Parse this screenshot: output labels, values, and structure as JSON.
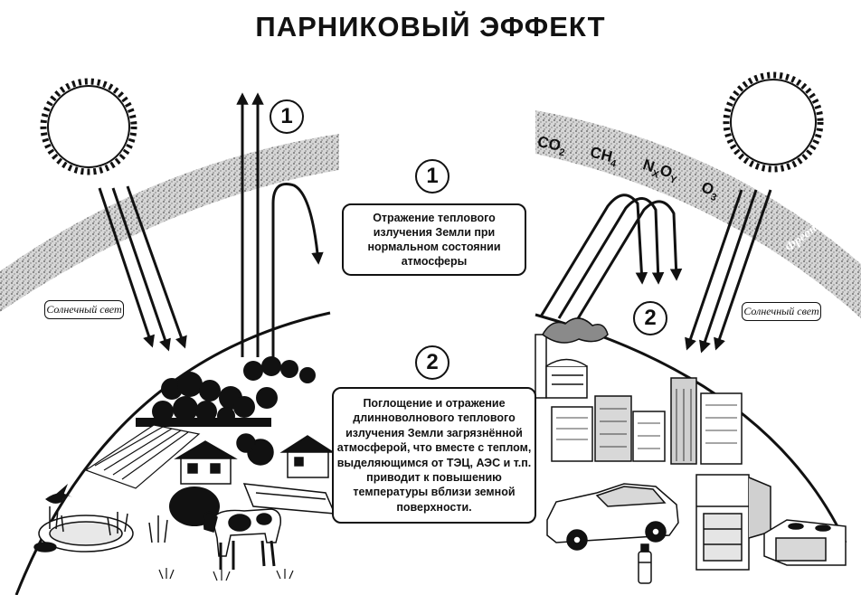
{
  "title": "ПАРНИКОВЫЙ ЭФФЕКТ",
  "markers": {
    "one": "1",
    "two": "2"
  },
  "panel1": {
    "text": "Отражение теплового излучения Земли при нормальном состоянии атмосферы"
  },
  "panel2": {
    "text": "Поглощение и отражение длинноволнового теплового излучения Земли загрязнённой атмосферой, что вместе с теплом, выделяющимся от ТЭЦ, АЭС и т.п. приводит к повышению температуры вблизи земной поверхности."
  },
  "labels": {
    "sunlight_left": "Солнечный свет",
    "sunlight_right": "Солнечный свет",
    "freons": "Фреоны"
  },
  "gases": {
    "co2": "CO",
    "co2_sub": "2",
    "ch4": "CH",
    "ch4_sub": "4",
    "nxoy_n": "N",
    "nxoy_x": "X",
    "nxoy_o": "O",
    "nxoy_y": "Y",
    "o3": "O",
    "o3_sub": "3"
  },
  "illustrations": {
    "left": [
      "sun-icon",
      "forest-icon",
      "field-icon",
      "village-icon",
      "pond-icon",
      "cow-icon",
      "duck-icon"
    ],
    "right": [
      "sun-icon",
      "factory-icon",
      "skyscrapers-icon",
      "car-icon",
      "refrigerator-icon",
      "stove-icon",
      "spray-can-icon"
    ]
  },
  "colors": {
    "ink": "#111111",
    "paper": "#ffffff",
    "haze": "#b9b9b9"
  }
}
